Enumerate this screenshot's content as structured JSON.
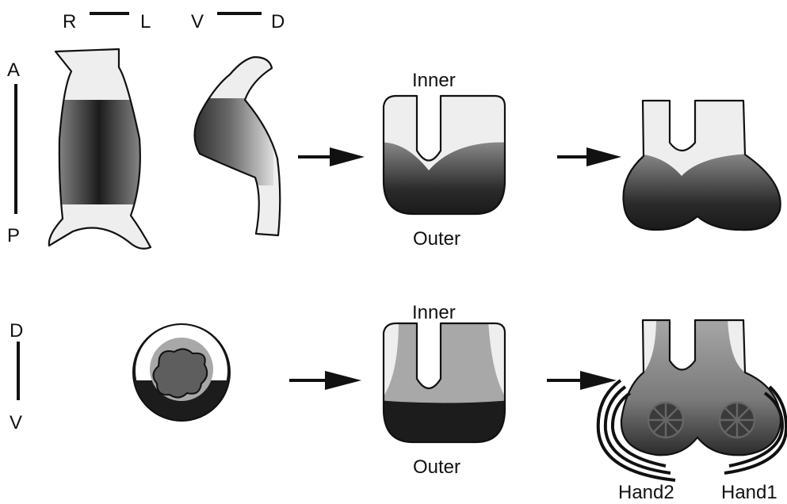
{
  "axes": {
    "right": "R",
    "left": "L",
    "ventral_top": "V",
    "dorsal_top": "D",
    "anterior": "A",
    "posterior": "P",
    "dorsal_side": "D",
    "ventral_side": "V"
  },
  "stages": {
    "top_inner": "Inner",
    "top_outer": "Outer",
    "bottom_inner": "Inner",
    "bottom_outer": "Outer"
  },
  "genes": {
    "left_gene": "Hand2",
    "right_gene": "Hand1"
  },
  "colors": {
    "ink": "#111111",
    "light": "#eeeeee",
    "mid": "#9a9a9a",
    "dark": "#222222",
    "core": "#5e5e5e"
  }
}
